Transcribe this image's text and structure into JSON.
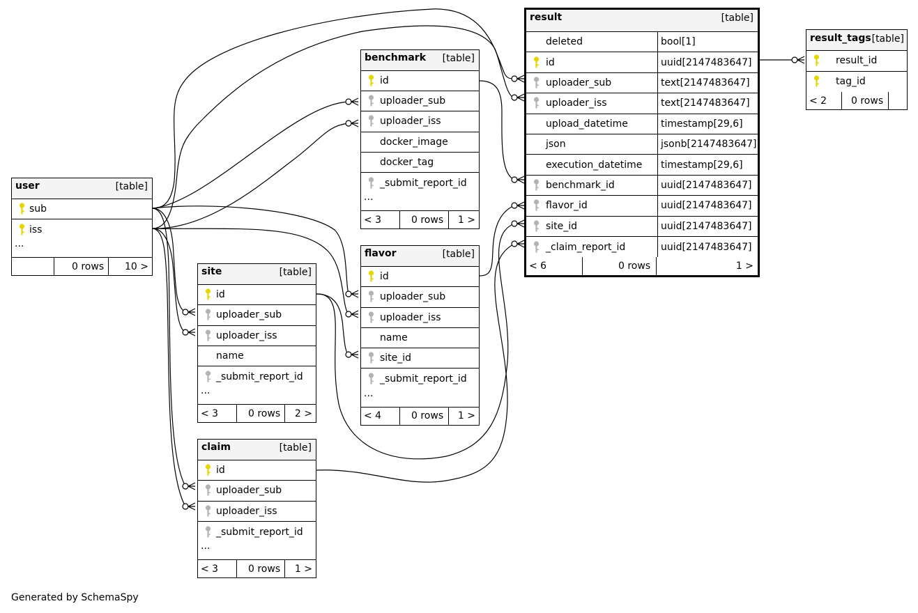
{
  "footer": "Generated by SchemaSpy",
  "tables": {
    "result": {
      "name": "result",
      "type": "[table]",
      "columns": [
        {
          "name": "deleted",
          "type": "bool[1]",
          "key": "none"
        },
        {
          "name": "id",
          "type": "uuid[2147483647]",
          "key": "primary"
        },
        {
          "name": "uploader_sub",
          "type": "text[2147483647]",
          "key": "foreign"
        },
        {
          "name": "uploader_iss",
          "type": "text[2147483647]",
          "key": "foreign"
        },
        {
          "name": "upload_datetime",
          "type": "timestamp[29,6]",
          "key": "none"
        },
        {
          "name": "json",
          "type": "jsonb[2147483647]",
          "key": "none"
        },
        {
          "name": "execution_datetime",
          "type": "timestamp[29,6]",
          "key": "none"
        },
        {
          "name": "benchmark_id",
          "type": "uuid[2147483647]",
          "key": "foreign"
        },
        {
          "name": "flavor_id",
          "type": "uuid[2147483647]",
          "key": "foreign"
        },
        {
          "name": "site_id",
          "type": "uuid[2147483647]",
          "key": "foreign"
        },
        {
          "name": "_claim_report_id",
          "type": "uuid[2147483647]",
          "key": "foreign"
        }
      ],
      "footer": {
        "parents": "< 6",
        "rows": "0 rows",
        "children": "1 >"
      }
    },
    "result_tags": {
      "name": "result_tags",
      "type": "[table]",
      "columns": [
        {
          "name": "result_id",
          "key": "primary"
        },
        {
          "name": "tag_id",
          "key": "primary"
        }
      ],
      "footer": {
        "parents": "< 2",
        "rows": "0 rows",
        "children": ""
      }
    },
    "benchmark": {
      "name": "benchmark",
      "type": "[table]",
      "columns": [
        {
          "name": "id",
          "key": "primary"
        },
        {
          "name": "uploader_sub",
          "key": "foreign"
        },
        {
          "name": "uploader_iss",
          "key": "foreign"
        },
        {
          "name": "docker_image",
          "key": "none"
        },
        {
          "name": "docker_tag",
          "key": "none"
        },
        {
          "name": "_submit_report_id",
          "key": "foreign"
        }
      ],
      "more": "...",
      "footer": {
        "parents": "< 3",
        "rows": "0 rows",
        "children": "1 >"
      }
    },
    "user": {
      "name": "user",
      "type": "[table]",
      "columns": [
        {
          "name": "sub",
          "key": "primary"
        },
        {
          "name": "iss",
          "key": "primary"
        }
      ],
      "more": "...",
      "footer": {
        "parents": "",
        "rows": "0 rows",
        "children": "10 >"
      }
    },
    "site": {
      "name": "site",
      "type": "[table]",
      "columns": [
        {
          "name": "id",
          "key": "primary"
        },
        {
          "name": "uploader_sub",
          "key": "foreign"
        },
        {
          "name": "uploader_iss",
          "key": "foreign"
        },
        {
          "name": "name",
          "key": "none"
        },
        {
          "name": "_submit_report_id",
          "key": "foreign"
        }
      ],
      "more": "...",
      "footer": {
        "parents": "< 3",
        "rows": "0 rows",
        "children": "2 >"
      }
    },
    "flavor": {
      "name": "flavor",
      "type": "[table]",
      "columns": [
        {
          "name": "id",
          "key": "primary"
        },
        {
          "name": "uploader_sub",
          "key": "foreign"
        },
        {
          "name": "uploader_iss",
          "key": "foreign"
        },
        {
          "name": "name",
          "key": "none"
        },
        {
          "name": "site_id",
          "key": "foreign"
        },
        {
          "name": "_submit_report_id",
          "key": "foreign"
        }
      ],
      "more": "...",
      "footer": {
        "parents": "< 4",
        "rows": "0 rows",
        "children": "1 >"
      }
    },
    "claim": {
      "name": "claim",
      "type": "[table]",
      "columns": [
        {
          "name": "id",
          "key": "primary"
        },
        {
          "name": "uploader_sub",
          "key": "foreign"
        },
        {
          "name": "uploader_iss",
          "key": "foreign"
        },
        {
          "name": "_submit_report_id",
          "key": "foreign"
        }
      ],
      "more": "...",
      "footer": {
        "parents": "< 3",
        "rows": "0 rows",
        "children": "1 >"
      }
    }
  },
  "colors": {
    "primary_key": "#e6d600",
    "foreign_key": "#b3b3b3",
    "header_bg": "#f4f4f4"
  }
}
